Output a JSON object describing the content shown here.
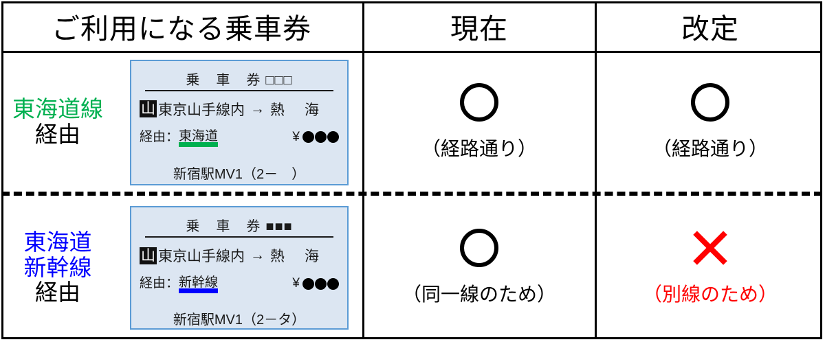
{
  "table": {
    "headers": {
      "ticket_column": "ご利用になる乗車券",
      "current_column": "現在",
      "revised_column": "改定"
    },
    "rows": [
      {
        "route_label": {
          "line_name": "東海道線",
          "line_color": "#00b050",
          "via_suffix": "経由"
        },
        "ticket": {
          "title": "乗　車　券",
          "marks": "□□□",
          "badge": "山",
          "origin": "東京山手線内",
          "arrow": "→",
          "destination": "熱　海",
          "via_label": "経由：",
          "via_value": "東海道",
          "via_underline_color": "#00b050",
          "yen": "¥",
          "price_dots": 3,
          "footer": "新宿駅MV1（2－　）"
        },
        "current": {
          "mark": "circle",
          "note": "（経路通り）",
          "note_color": "#000000"
        },
        "revised": {
          "mark": "circle",
          "note": "（経路通り）",
          "note_color": "#000000"
        }
      },
      {
        "route_label": {
          "line_name_1": "東海道",
          "line_name_2": "新幹線",
          "line_color": "#0000ff",
          "via_suffix": "経由"
        },
        "ticket": {
          "title": "乗　車　券",
          "marks": "■■■",
          "badge": "山",
          "origin": "東京山手線内",
          "arrow": "→",
          "destination": "熱　海",
          "via_label": "経由：",
          "via_value": "新幹線",
          "via_underline_color": "#0000ff",
          "yen": "¥",
          "price_dots": 3,
          "footer": "新宿駅MV1（2－タ）"
        },
        "current": {
          "mark": "circle",
          "note": "（同一線のため）",
          "note_color": "#000000"
        },
        "revised": {
          "mark": "cross",
          "note": "（別線のため）",
          "note_color": "#ff0000"
        }
      }
    ]
  }
}
